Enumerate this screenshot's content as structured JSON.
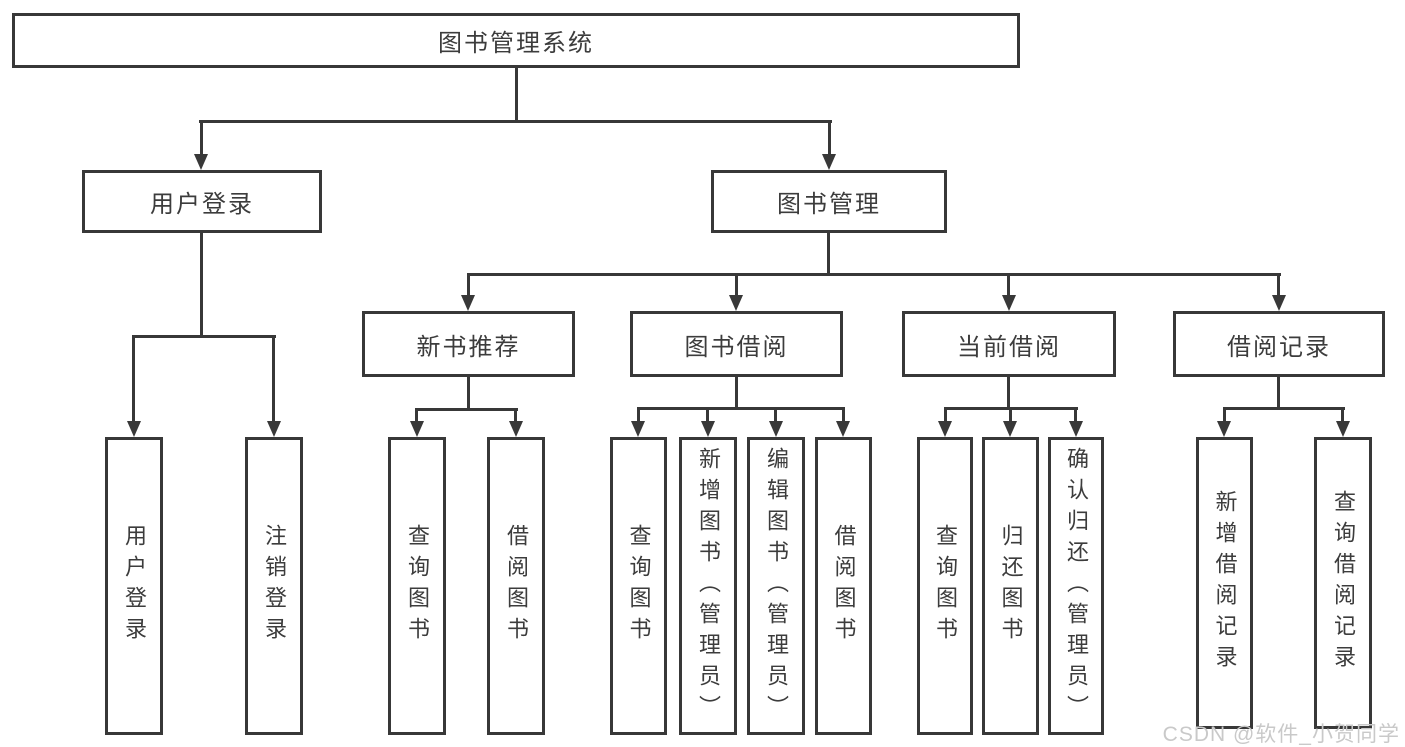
{
  "diagram": {
    "root": {
      "label": "图书管理系统"
    },
    "branches": [
      {
        "label": "用户登录",
        "children": [
          "用户登录",
          "注销登录"
        ]
      },
      {
        "label": "图书管理",
        "groups": [
          {
            "label": "新书推荐",
            "children": [
              "查询图书",
              "借阅图书"
            ]
          },
          {
            "label": "图书借阅",
            "children": [
              "查询图书",
              "新增图书（管理员）",
              "编辑图书（管理员）",
              "借阅图书"
            ]
          },
          {
            "label": "当前借阅",
            "children": [
              "查询图书",
              "归还图书",
              "确认归还（管理员）"
            ]
          },
          {
            "label": "借阅记录",
            "children": [
              "新增借阅记录",
              "查询借阅记录"
            ]
          }
        ]
      }
    ]
  },
  "watermark": {
    "text": "CSDN @软件_小贺同学"
  },
  "colors": {
    "line": "#383838",
    "text": "#3c3c3c",
    "watermark_text": "#c9c9c9",
    "background": "#ffffff"
  }
}
